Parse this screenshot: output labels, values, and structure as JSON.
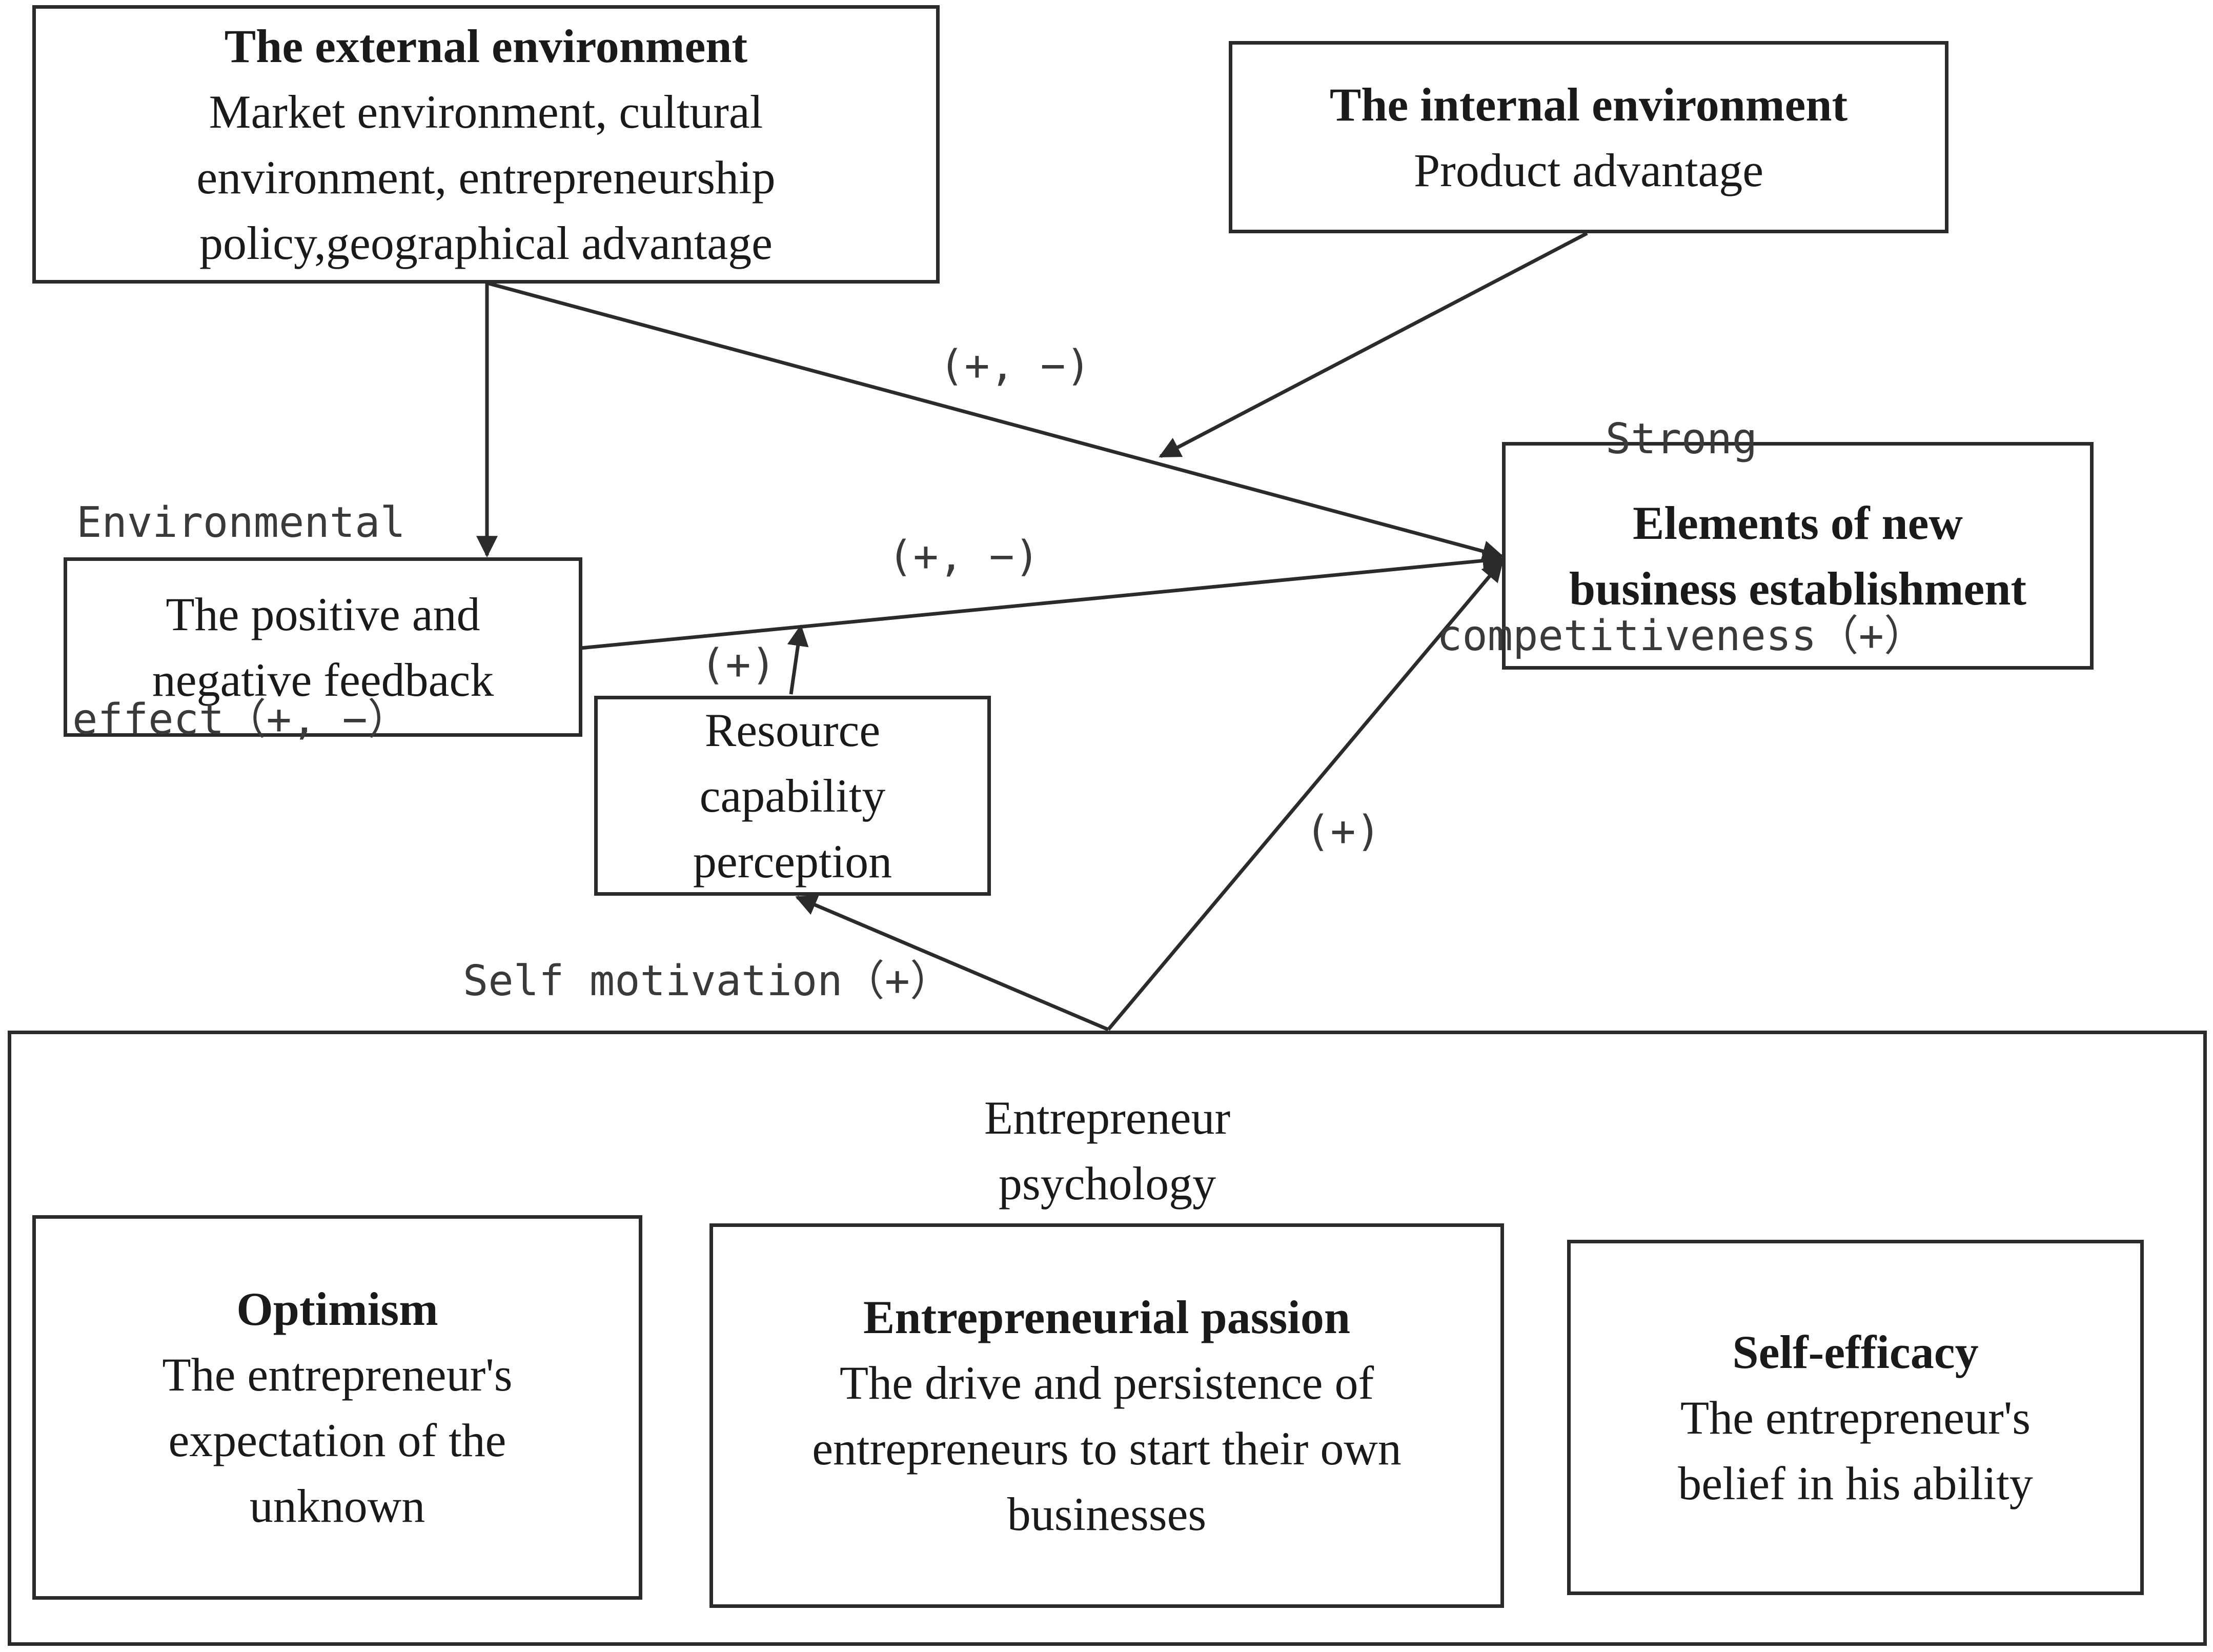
{
  "nodes": {
    "external": {
      "title": "The external environment",
      "lines": [
        "Market environment, cultural",
        "environment, entrepreneurship",
        "policy,geographical advantage"
      ]
    },
    "internal": {
      "title": "The internal environment",
      "lines": [
        "Product advantage"
      ]
    },
    "feedback": {
      "lines": [
        "The positive and",
        "negative feedback"
      ]
    },
    "resource": {
      "lines": [
        "Resource",
        "capability",
        "perception"
      ]
    },
    "elements": {
      "lines": [
        "Elements of new",
        "business establishment"
      ]
    },
    "psychology": {
      "lines": [
        "Entrepreneur",
        "psychology"
      ]
    },
    "optimism": {
      "title": "Optimism",
      "lines": [
        "The entrepreneur's",
        "expectation of the",
        "unknown"
      ]
    },
    "passion": {
      "title": "Entrepreneurial passion",
      "lines": [
        "The drive and persistence of",
        "entrepreneurs to start their own",
        "businesses"
      ]
    },
    "efficacy": {
      "title": "Self-efficacy",
      "lines": [
        "The entrepreneur's",
        "belief in his ability"
      ]
    }
  },
  "edges": {
    "environmental_effect": [
      "Environmental",
      "effect（+, −）"
    ],
    "external_to_elements": "(+, −)",
    "strong_competitiveness": [
      "Strong",
      "competitiveness（+）"
    ],
    "feedback_to_elements": "(+, −)",
    "resource_plus": "(+)",
    "psychology_plus": "(+)",
    "self_motivation": "Self motivation（+）"
  }
}
